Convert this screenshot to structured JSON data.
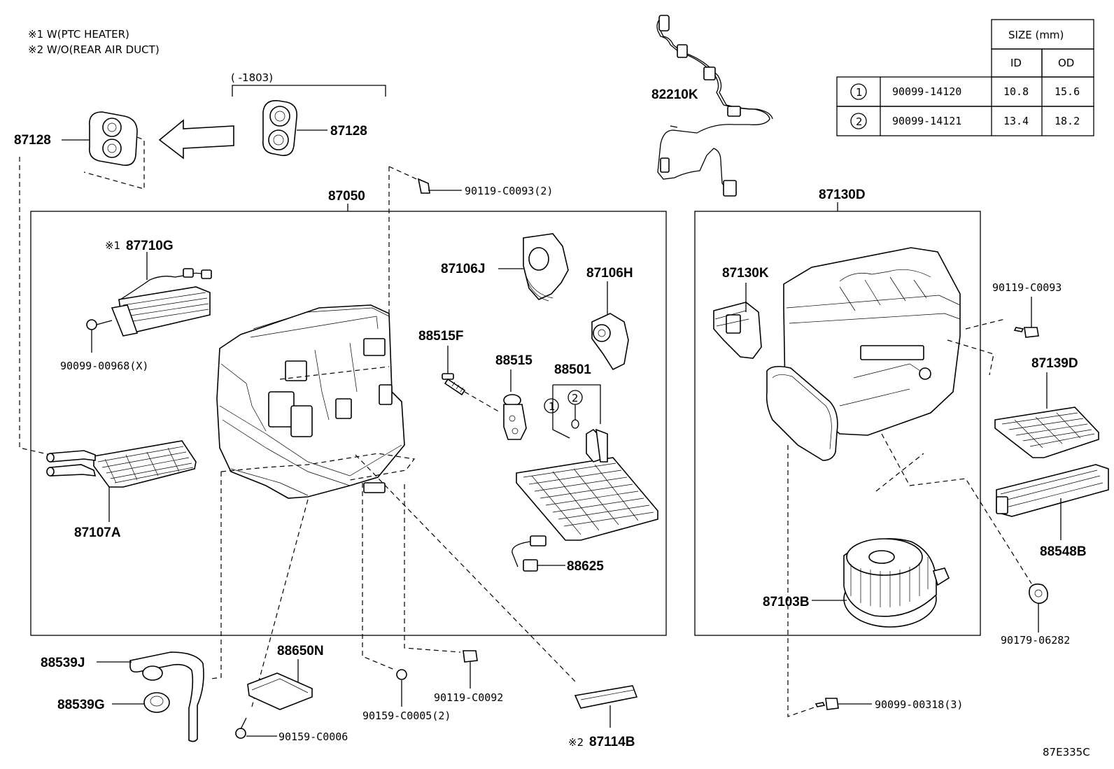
{
  "notes": [
    "※1 W(PTC HEATER)",
    "※2 W/O(REAR AIR DUCT)"
  ],
  "date_range": "(      -1803)",
  "size_table": {
    "title": "SIZE (mm)",
    "col_id": "ID",
    "col_od": "OD",
    "rows": [
      {
        "num": "1",
        "part": "90099-14120",
        "id": "10.8",
        "od": "15.6"
      },
      {
        "num": "2",
        "part": "90099-14121",
        "id": "13.4",
        "od": "18.2"
      }
    ]
  },
  "labels": {
    "p87128_left": "87128",
    "p87128_right": "87128",
    "p90119_c0093_2": "90119-C0093(2)",
    "p87050": "87050",
    "p82210k": "82210K",
    "p87130d": "87130D",
    "p87710g_mark": "※1",
    "p87710g": "87710G",
    "p90099_00968": "90099-00968(X)",
    "p87106j": "87106J",
    "p87106h": "87106H",
    "p88515f": "88515F",
    "p88515": "88515",
    "p88501": "88501",
    "p87107a": "87107A",
    "p88625": "88625",
    "p87130k": "87130K",
    "p90119_c0093": "90119-C0093",
    "p87139d": "87139D",
    "p88548b": "88548B",
    "p87103b": "87103B",
    "p90179_06282": "90179-06282",
    "p88539j": "88539J",
    "p88539g": "88539G",
    "p88650n": "88650N",
    "p90159_c0006": "90159-C0006",
    "p90159_c0005": "90159-C0005(2)",
    "p90119_c0092": "90119-C0092",
    "p87114b_mark": "※2",
    "p87114b": "87114B",
    "p90099_00318": "90099-00318(3)",
    "circle1": "1",
    "circle2": "2"
  },
  "figure_code": "87E335C"
}
